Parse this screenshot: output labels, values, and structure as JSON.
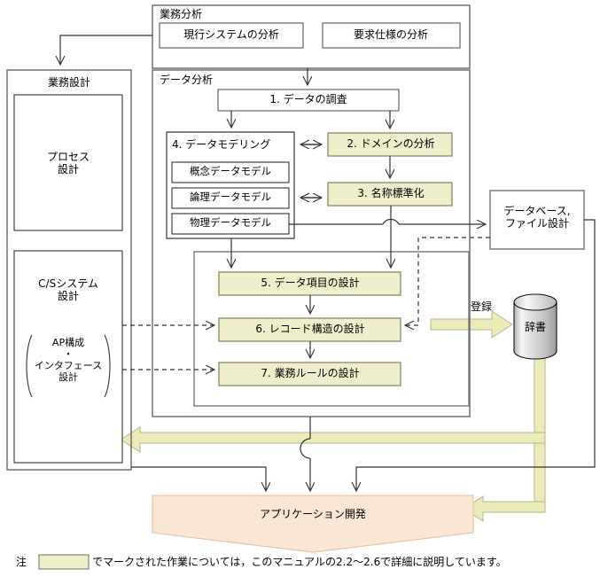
{
  "diagram": {
    "title_groups": {
      "business_analysis": "業務分析",
      "data_analysis": "データ分析",
      "business_design": "業務設計"
    },
    "business_analysis_boxes": [
      {
        "label": "現行システムの分析"
      },
      {
        "label": "要求仕様の分析"
      }
    ],
    "business_design_boxes": {
      "process_design": "プロセス\n設計",
      "cs_system_design": "C/Sシステム\n設計",
      "ap_interface_design": "AP構成\n・\nインタフェース\n設計"
    },
    "data_analysis": {
      "step1": "1. データの調査",
      "step4_title": "4. データモデリング",
      "step4_models": [
        "概念データモデル",
        "論理データモデル",
        "物理データモデル"
      ],
      "step2": "2. ドメインの分析",
      "step3": "3. 名称標準化",
      "step5": "5. データ項目の設計",
      "step6": "6. レコード構造の設計",
      "step7": "7. 業務ルールの設計"
    },
    "database_file_design": "データベース,\nファイル設計",
    "dictionary": {
      "label": "辞書",
      "register_label": "登録"
    },
    "application_development": "アプリケーション開発",
    "footnote": {
      "marker": "注",
      "text": "でマークされた作業については，このマニュアルの2.2〜2.6で詳細に説明しています。"
    },
    "colors": {
      "highlight_fill": "#eeeecc",
      "highlight_stroke": "#888866",
      "app_dev_fill": "#fae6d5",
      "app_dev_stroke": "#e8c5a8",
      "thick_arrow_fill": "#eaeabb",
      "thick_arrow_stroke": "#b5b58a",
      "box_stroke": "#666666",
      "line_stroke": "#333333",
      "cylinder_light": "#f2f2f2",
      "cylinder_dark": "#a8a8a8"
    }
  }
}
